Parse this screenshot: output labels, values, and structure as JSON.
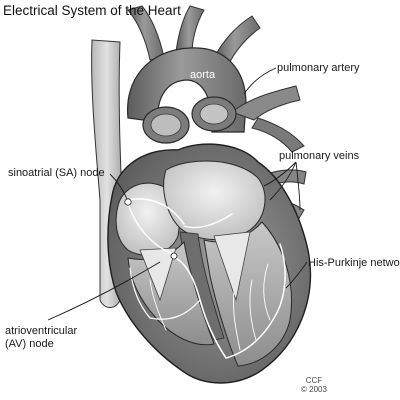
{
  "title": "Electrical System of the Heart",
  "labels": {
    "aorta": "aorta",
    "pulmonary_artery": "pulmonary artery",
    "sa_node": "sinoatrial (SA) node",
    "pulmonary_veins": "pulmonary veins",
    "his_purkinje": "His-Purkinje network",
    "av_node_line1": "atrioventricular",
    "av_node_line2": "(AV) node"
  },
  "credit": {
    "mark": "CCF",
    "copyright": "© 2003"
  }
}
